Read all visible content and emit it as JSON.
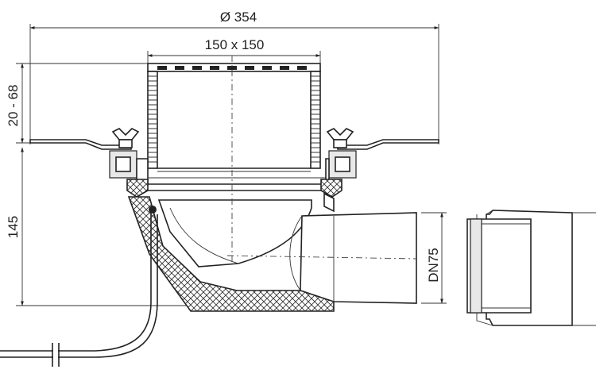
{
  "dimensions": {
    "overall_diameter": "Ø 354",
    "grate_size": "150 x 150",
    "height_range": "20 - 68",
    "body_height": "145",
    "outlet_size": "DN75"
  }
}
